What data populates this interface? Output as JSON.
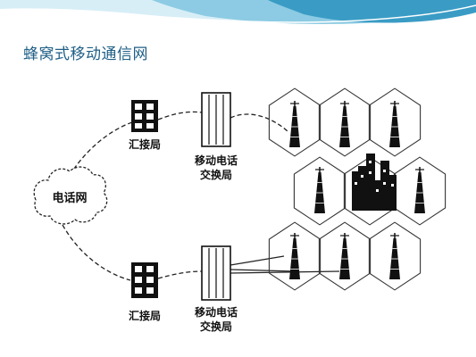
{
  "slide": {
    "title": "蜂窝式移动通信网"
  },
  "diagram": {
    "telephone_network_label": "电话网",
    "tandem_exchange_top": "汇接局",
    "tandem_exchange_bottom": "汇接局",
    "mobile_switch_top": [
      "移动电话",
      "交换局"
    ],
    "mobile_switch_bottom": [
      "移动电话",
      "交换局"
    ],
    "base_station_count": 8,
    "hexagon_cell_count": 9
  },
  "colors": {
    "title": "#1f5f86",
    "header_band_light": "#bfe3f0",
    "header_band_dark": "#3a9cc5",
    "ink": "#111111"
  }
}
